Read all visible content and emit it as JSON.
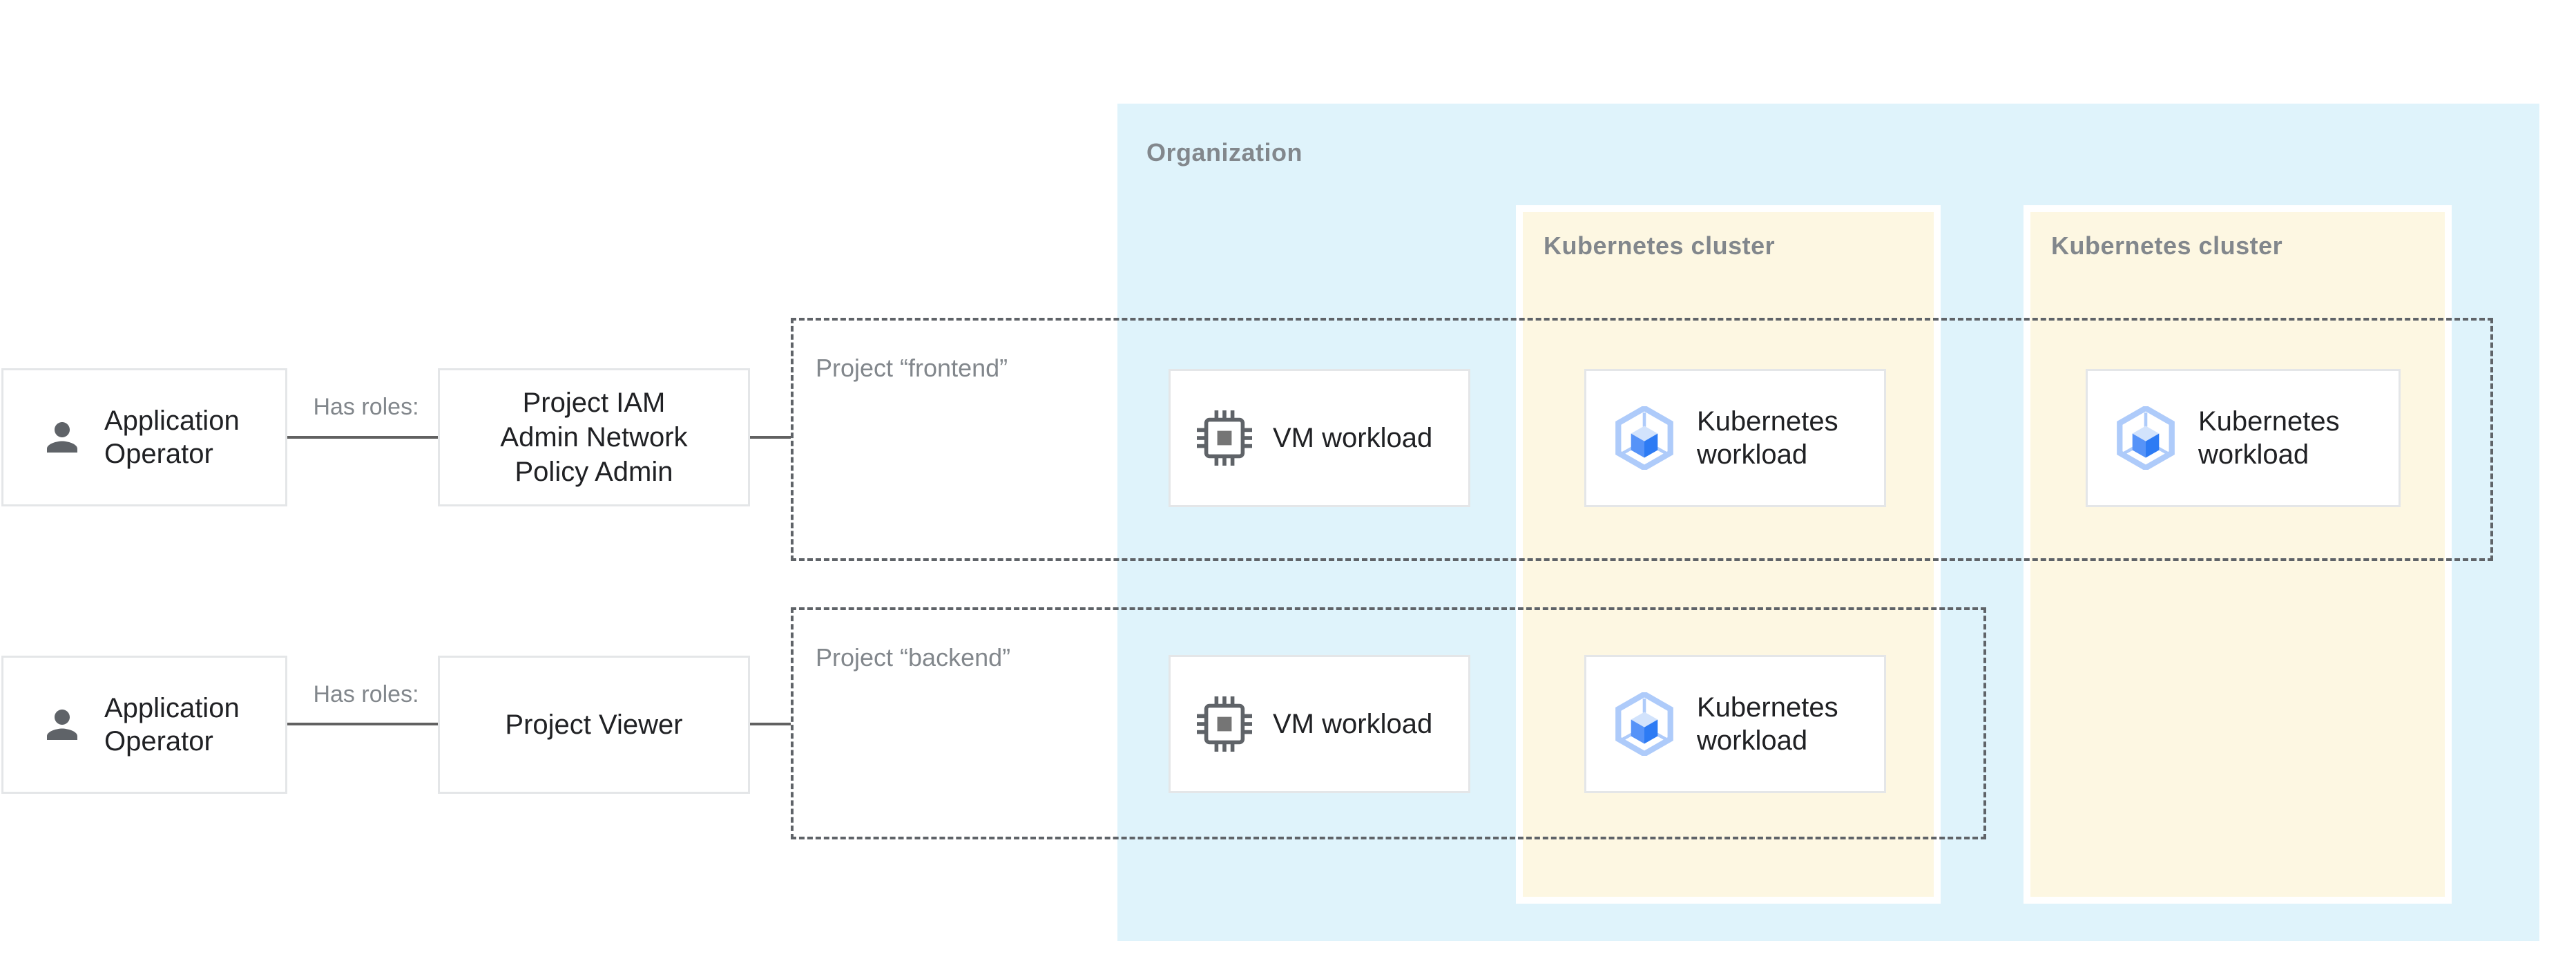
{
  "colors": {
    "page_bg": "#ffffff",
    "organization_bg": "#dff3fb",
    "cluster_bg": "#fdf7e2",
    "node_bg": "#ffffff",
    "node_border": "#e4e6e8",
    "text_dark": "#202124",
    "text_gray": "#82878c",
    "line": "#616161",
    "dashed_border": "#5f6368",
    "person_icon": "#5f6368",
    "chip_icon": "#5f6368",
    "chip_core": "#757575",
    "gke_hex": "#aecbfa",
    "gke_top": "#d2e3fc",
    "gke_left": "#5693f8",
    "gke_right": "#2d7bf4"
  },
  "organization": {
    "label": "Organization"
  },
  "clusters": [
    {
      "label": "Kubernetes cluster"
    },
    {
      "label": "Kubernetes cluster"
    }
  ],
  "projects": [
    {
      "label": "Project “frontend”"
    },
    {
      "label": "Project “backend”"
    }
  ],
  "rows": [
    {
      "actor": {
        "label": "Application Operator"
      },
      "relation": "Has roles:",
      "role": {
        "lines": [
          "Project IAM",
          "Admin Network",
          "Policy Admin"
        ]
      }
    },
    {
      "actor": {
        "label": "Application Operator"
      },
      "relation": "Has roles:",
      "role": {
        "lines": [
          "Project Viewer"
        ]
      }
    }
  ],
  "workloads": [
    {
      "kind": "vm",
      "label": "VM workload"
    },
    {
      "kind": "k8s",
      "label": "Kubernetes workload"
    },
    {
      "kind": "k8s",
      "label": "Kubernetes workload"
    },
    {
      "kind": "vm",
      "label": "VM workload"
    },
    {
      "kind": "k8s",
      "label": "Kubernetes workload"
    }
  ]
}
